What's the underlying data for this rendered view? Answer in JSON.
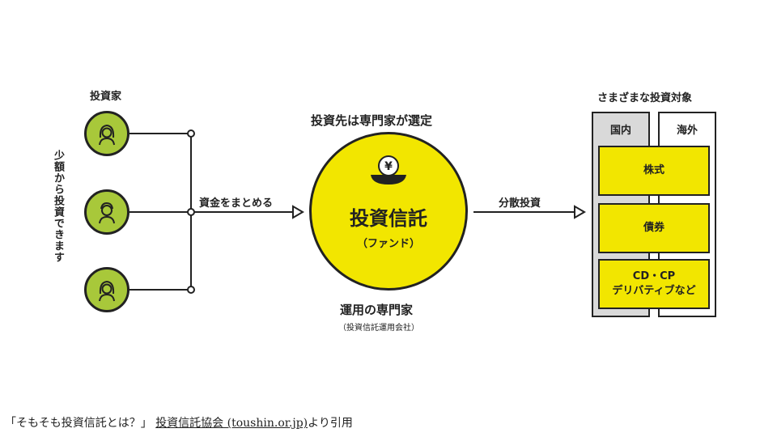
{
  "investors": {
    "title": "投資家",
    "side_text": "少額から投資できます",
    "icons": [
      "woman-icon",
      "man-icon",
      "woman-icon"
    ]
  },
  "flow": {
    "collect_label": "資金をまとめる",
    "diversify_label": "分散投資"
  },
  "fund": {
    "top_label": "投資先は専門家が選定",
    "symbol": "¥",
    "name": "投資信託",
    "sub": "（ファンド）",
    "manager": "運用の専門家",
    "manager_sub": "（投資信託運用会社）"
  },
  "targets": {
    "title": "さまざまな投資対象",
    "domestic": "国内",
    "overseas": "海外",
    "items": [
      {
        "line1": "株式",
        "line2": ""
      },
      {
        "line1": "債券",
        "line2": ""
      },
      {
        "line1": "CD・CP",
        "line2": "デリバティブなど"
      }
    ]
  },
  "caption": {
    "prefix": "「そもそも投資信託とは？」",
    "link": "投資信託協会 (toushin.or.jp)",
    "suffix": "より引用"
  },
  "colors": {
    "investor_green": "#a8c83a",
    "fund_yellow": "#f2e600",
    "domestic_gray": "#d9d9d9",
    "line": "#222222"
  }
}
